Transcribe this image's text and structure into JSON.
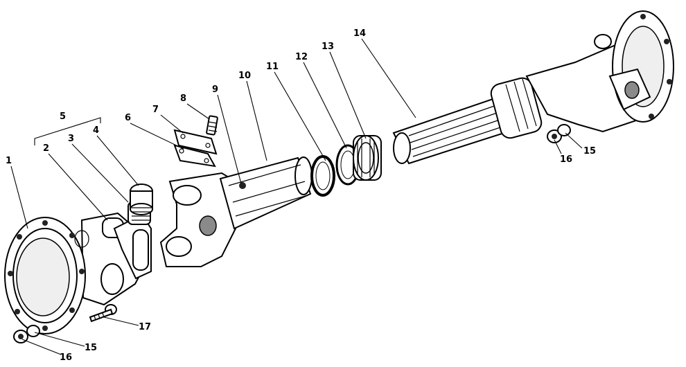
{
  "figure": {
    "background": "#ffffff",
    "ink_color": "#000000"
  },
  "callouts": [
    {
      "id": "1",
      "text": "1"
    },
    {
      "id": "2",
      "text": "2"
    },
    {
      "id": "3",
      "text": "3"
    },
    {
      "id": "4",
      "text": "4"
    },
    {
      "id": "5",
      "text": "5"
    },
    {
      "id": "6",
      "text": "6"
    },
    {
      "id": "7",
      "text": "7"
    },
    {
      "id": "8",
      "text": "8"
    },
    {
      "id": "9",
      "text": "9"
    },
    {
      "id": "10",
      "text": "10"
    },
    {
      "id": "11",
      "text": "11"
    },
    {
      "id": "12",
      "text": "12"
    },
    {
      "id": "13",
      "text": "13"
    },
    {
      "id": "14",
      "text": "14"
    },
    {
      "id": "15a",
      "text": "15"
    },
    {
      "id": "15b",
      "text": "15"
    },
    {
      "id": "16a",
      "text": "16"
    },
    {
      "id": "16b",
      "text": "16"
    },
    {
      "id": "17",
      "text": "17"
    }
  ]
}
